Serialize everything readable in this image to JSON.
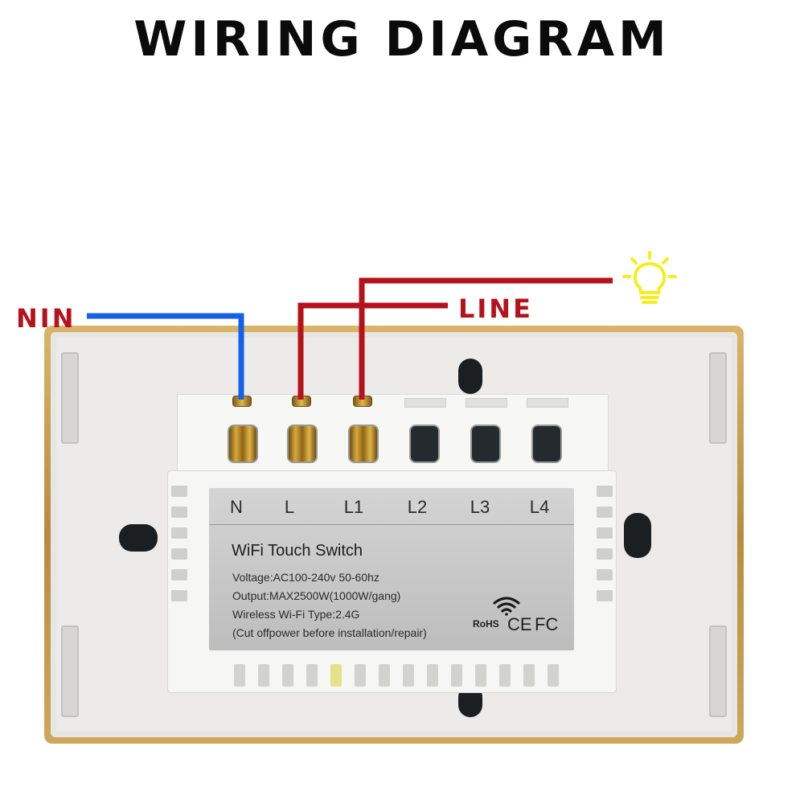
{
  "title": "WIRING DIAGRAM",
  "wires": {
    "neutral_label": "NIN",
    "line_label": "LINE"
  },
  "colors": {
    "neutral_wire": "#1560e8",
    "line_wire": "#b5121b",
    "lamp": "#f5ee1a"
  },
  "icons": {
    "lamp": "light-bulb-icon",
    "wifi": "wifi-icon"
  },
  "switch": {
    "terminals": [
      "N",
      "L",
      "L1",
      "L2",
      "L3",
      "L4"
    ],
    "product_name": "WiFi Touch Switch",
    "specs": [
      "Voltage:AC100-240v 50-60hz",
      "Output:MAX2500W(1000W/gang)",
      "Wireless Wi-Fi Type:2.4G",
      "(Cut offpower before installation/repair)"
    ],
    "certifications": {
      "rohs": "RoHS",
      "ce": "CE",
      "fc": "FC"
    }
  }
}
